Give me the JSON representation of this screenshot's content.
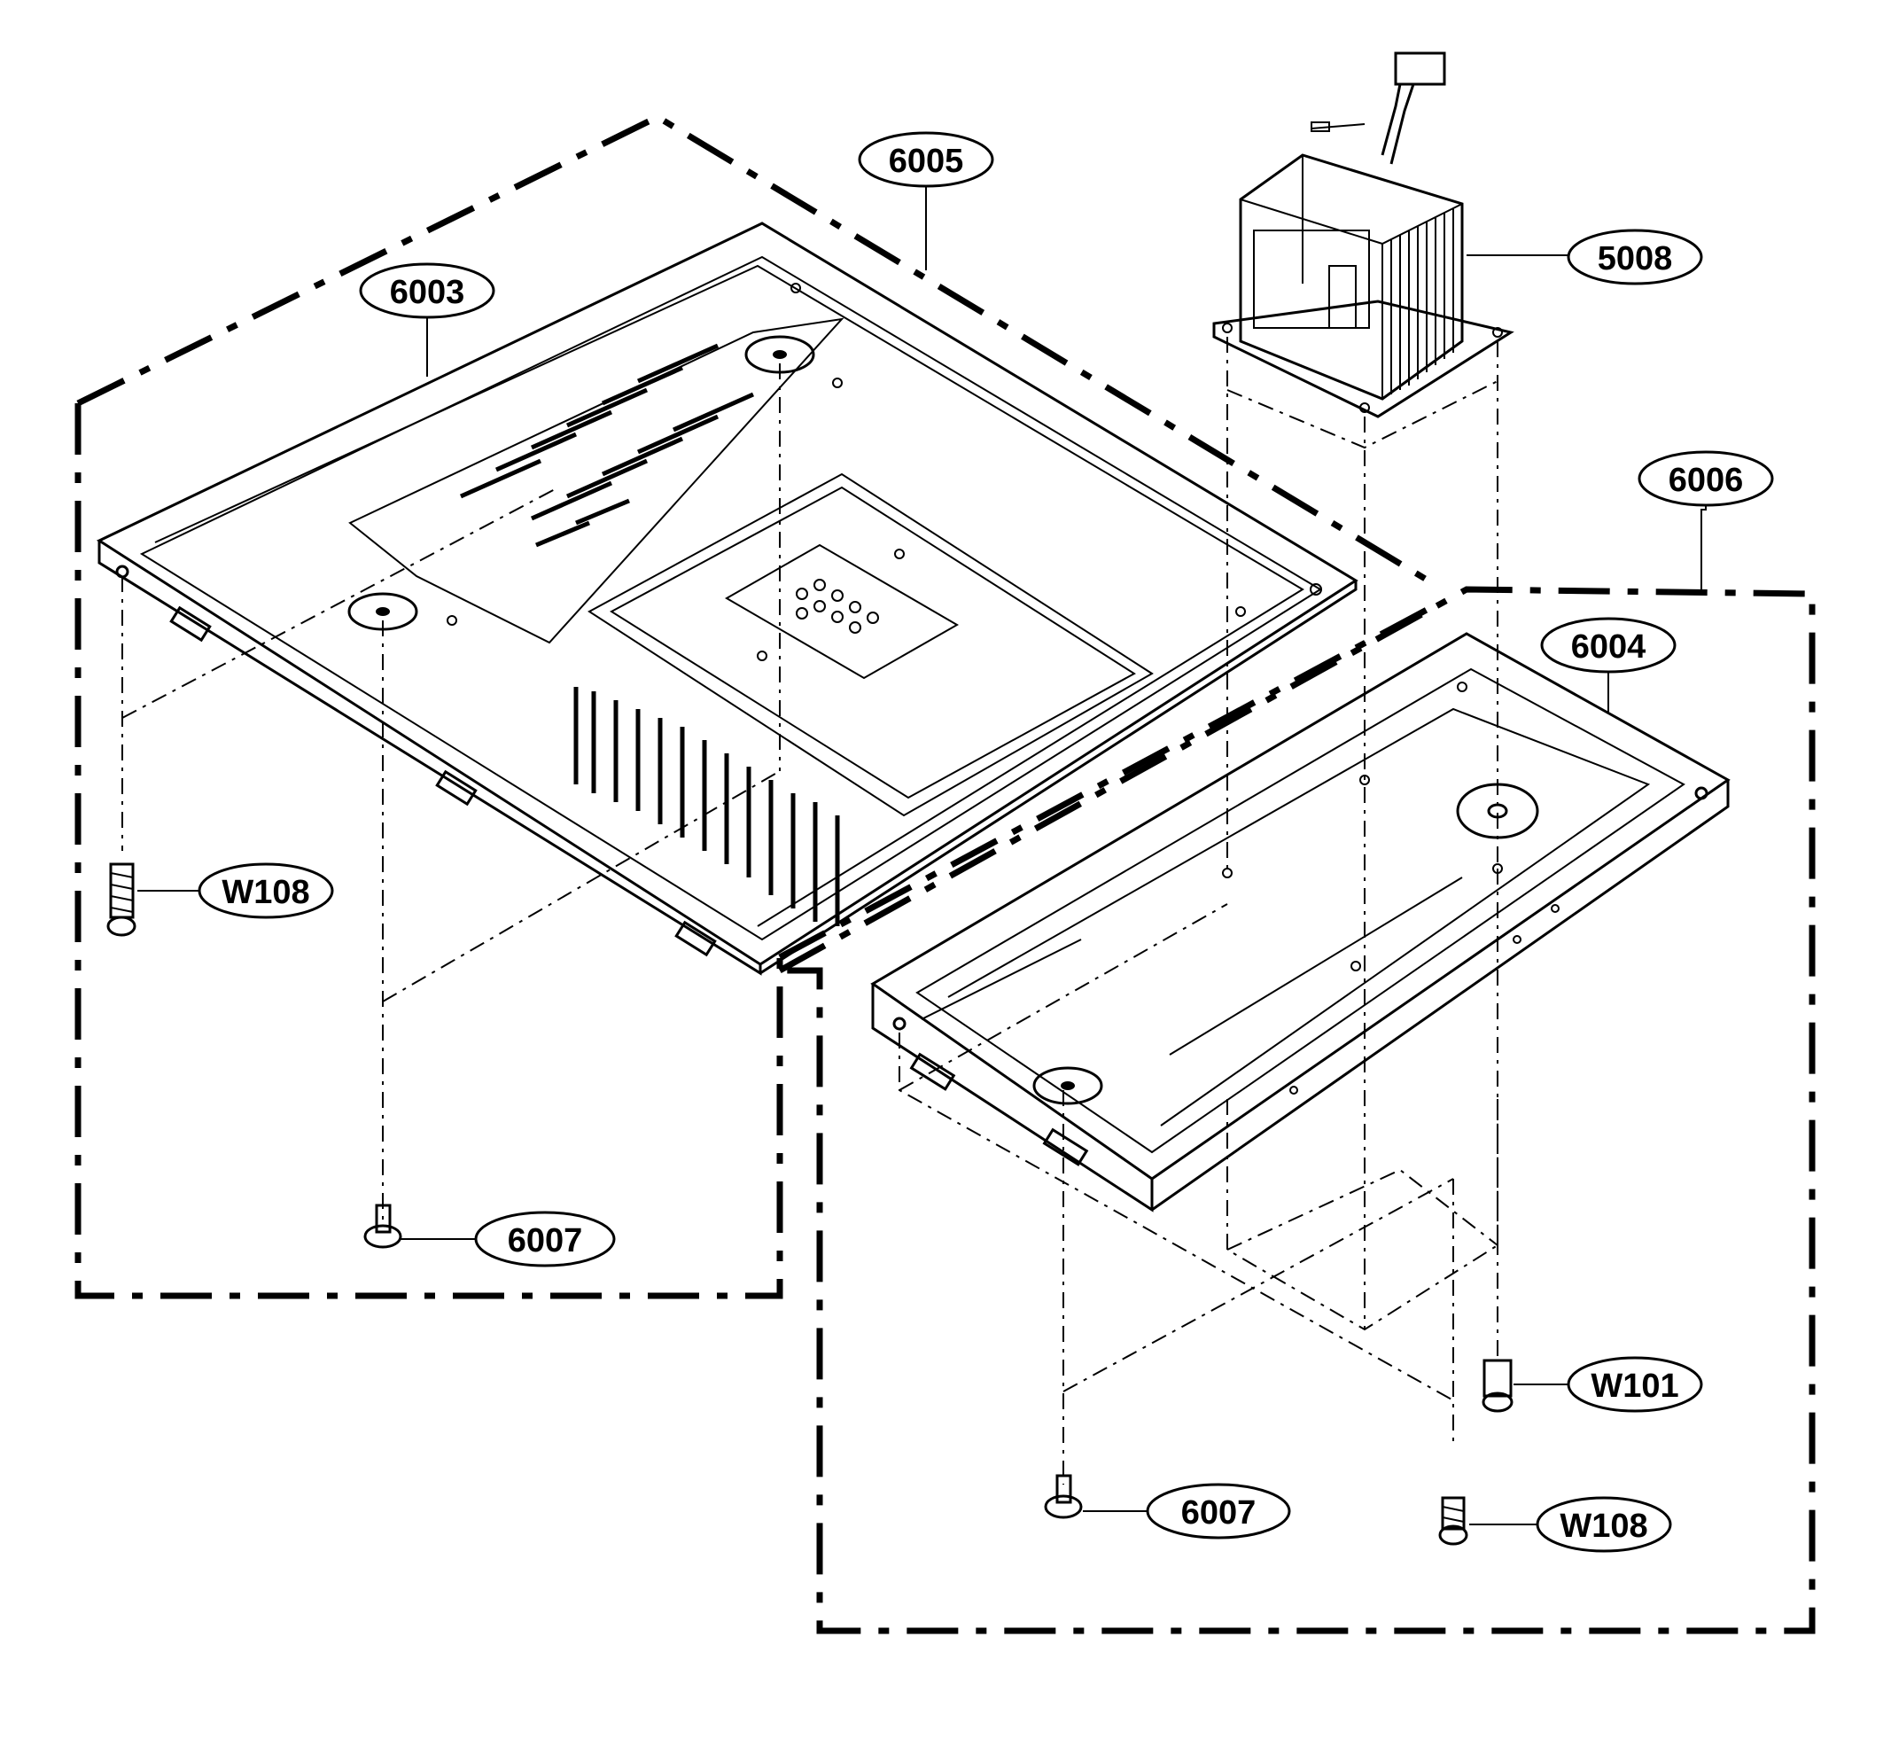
{
  "callouts": {
    "c6005": "6005",
    "c6003": "6003",
    "c5008": "5008",
    "c6006": "6006",
    "c6004": "6004",
    "w108_left": "W108",
    "c6007_left": "6007",
    "w101": "W101",
    "c6007_right": "6007",
    "w108_right": "W108"
  },
  "components": {
    "base_plate": "6003",
    "left_group_box": "6005",
    "right_group_box": "6006",
    "right_plate": "6004",
    "transformer": "5008",
    "foot_screw": "6007",
    "screw_w108": "W108",
    "screw_w101": "W101"
  },
  "colors": {
    "line": "#000000",
    "background": "#ffffff"
  }
}
